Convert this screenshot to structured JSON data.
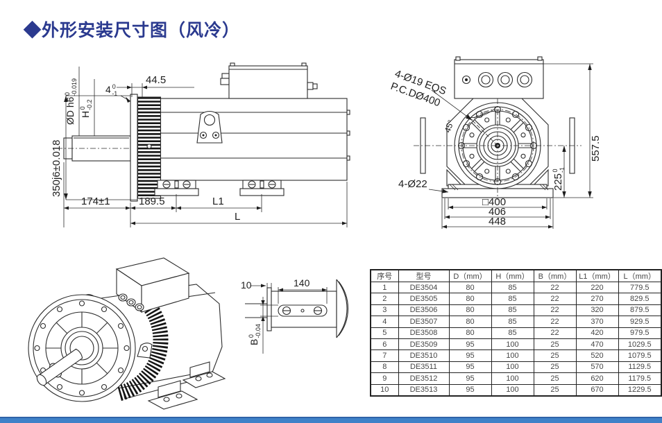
{
  "title": "◆外形安装尺寸图（风冷）",
  "colors": {
    "accent": "#2b3a8f",
    "footer_bar": "#3f81c8",
    "line": "#2b2b2b"
  },
  "side_view": {
    "dim_44_5": "44.5",
    "dim_4": {
      "main": "4",
      "sup": "0",
      "sub": "-1"
    },
    "dim_shaft_dia": {
      "main": "ØD h6",
      "sup": "0",
      "sub": "-0.019"
    },
    "dim_h": {
      "main": "H",
      "sup": "0",
      "sub": "-0.2"
    },
    "dim_350": "350j6±0.018",
    "dim_174": "174±1",
    "dim_189_5": "189.5",
    "dim_l1": "L1",
    "dim_l": "L"
  },
  "front_view": {
    "bolt_note_line1": "4-Ø19 EQS",
    "bolt_note_line2": "P.C.DØ400",
    "angle_45": "45°",
    "dim_557_5": "557.5",
    "dim_225": {
      "main": "225",
      "sup": "0",
      "sub": "-1"
    },
    "dim_4_o22": "4-Ø22",
    "dim_400": "□400",
    "dim_406": "406",
    "dim_448": "448"
  },
  "detail_view": {
    "dim_10": "10",
    "dim_140": "140",
    "dim_b": {
      "main": "B",
      "sup": "0",
      "sub": "-0.04"
    }
  },
  "table": {
    "headers": [
      "序号",
      "型号",
      "D（mm）",
      "H（mm）",
      "B（mm）",
      "L1（mm）",
      "L（mm）"
    ],
    "rows": [
      [
        "1",
        "DE3504",
        "80",
        "85",
        "22",
        "220",
        "779.5"
      ],
      [
        "2",
        "DE3505",
        "80",
        "85",
        "22",
        "270",
        "829.5"
      ],
      [
        "3",
        "DE3506",
        "80",
        "85",
        "22",
        "320",
        "879.5"
      ],
      [
        "4",
        "DE3507",
        "80",
        "85",
        "22",
        "370",
        "929.5"
      ],
      [
        "5",
        "DE3508",
        "80",
        "85",
        "22",
        "420",
        "979.5"
      ],
      [
        "6",
        "DE3509",
        "95",
        "100",
        "25",
        "470",
        "1029.5"
      ],
      [
        "7",
        "DE3510",
        "95",
        "100",
        "25",
        "520",
        "1079.5"
      ],
      [
        "8",
        "DE3511",
        "95",
        "100",
        "25",
        "570",
        "1129.5"
      ],
      [
        "9",
        "DE3512",
        "95",
        "100",
        "25",
        "620",
        "1179.5"
      ],
      [
        "10",
        "DE3513",
        "95",
        "100",
        "25",
        "670",
        "1229.5"
      ]
    ]
  }
}
